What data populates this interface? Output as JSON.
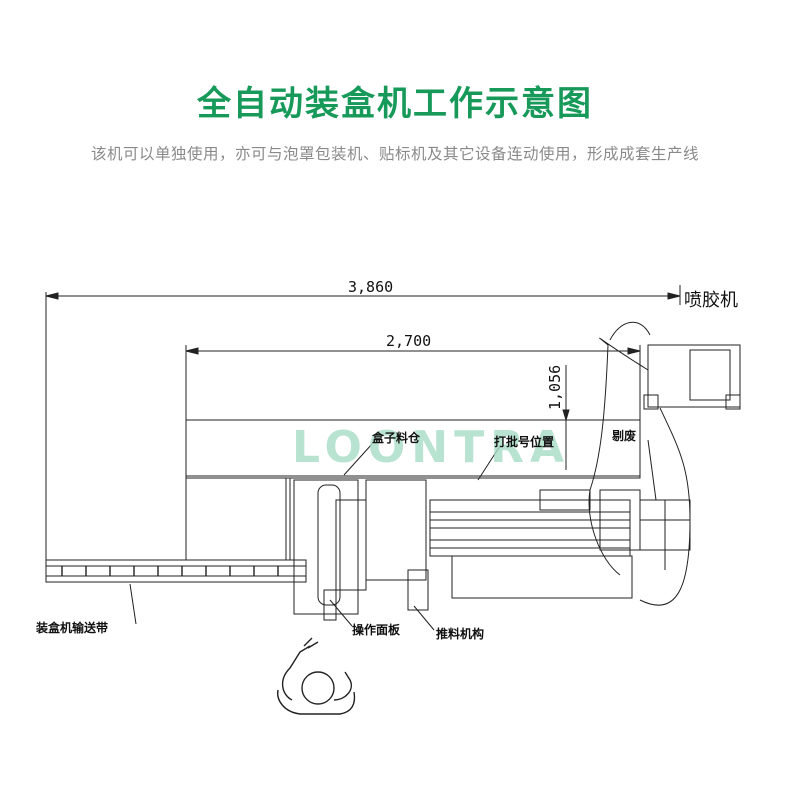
{
  "header": {
    "title": "全自动装盒机工作示意图",
    "subtitle": "该机可以单独使用，亦可与泡罩包装机、贴标机及其它设备连动使用，形成成套生产线"
  },
  "dimensions": {
    "overall_length": "3,860",
    "machine_length": "2,700",
    "height": "1,056"
  },
  "labels": {
    "glue_machine": "喷胶机",
    "box_hopper": "盒子料仓",
    "batch_number_position": "打批号位置",
    "reject": "剔废",
    "conveyor": "装盒机输送带",
    "operation_panel": "操作面板",
    "push_mechanism": "推料机构"
  },
  "watermark": "LOONTRA",
  "colors": {
    "title": "#17995a",
    "subtitle": "#8a8a8a",
    "line": "#222222",
    "watermark": "#a8dcc6"
  }
}
